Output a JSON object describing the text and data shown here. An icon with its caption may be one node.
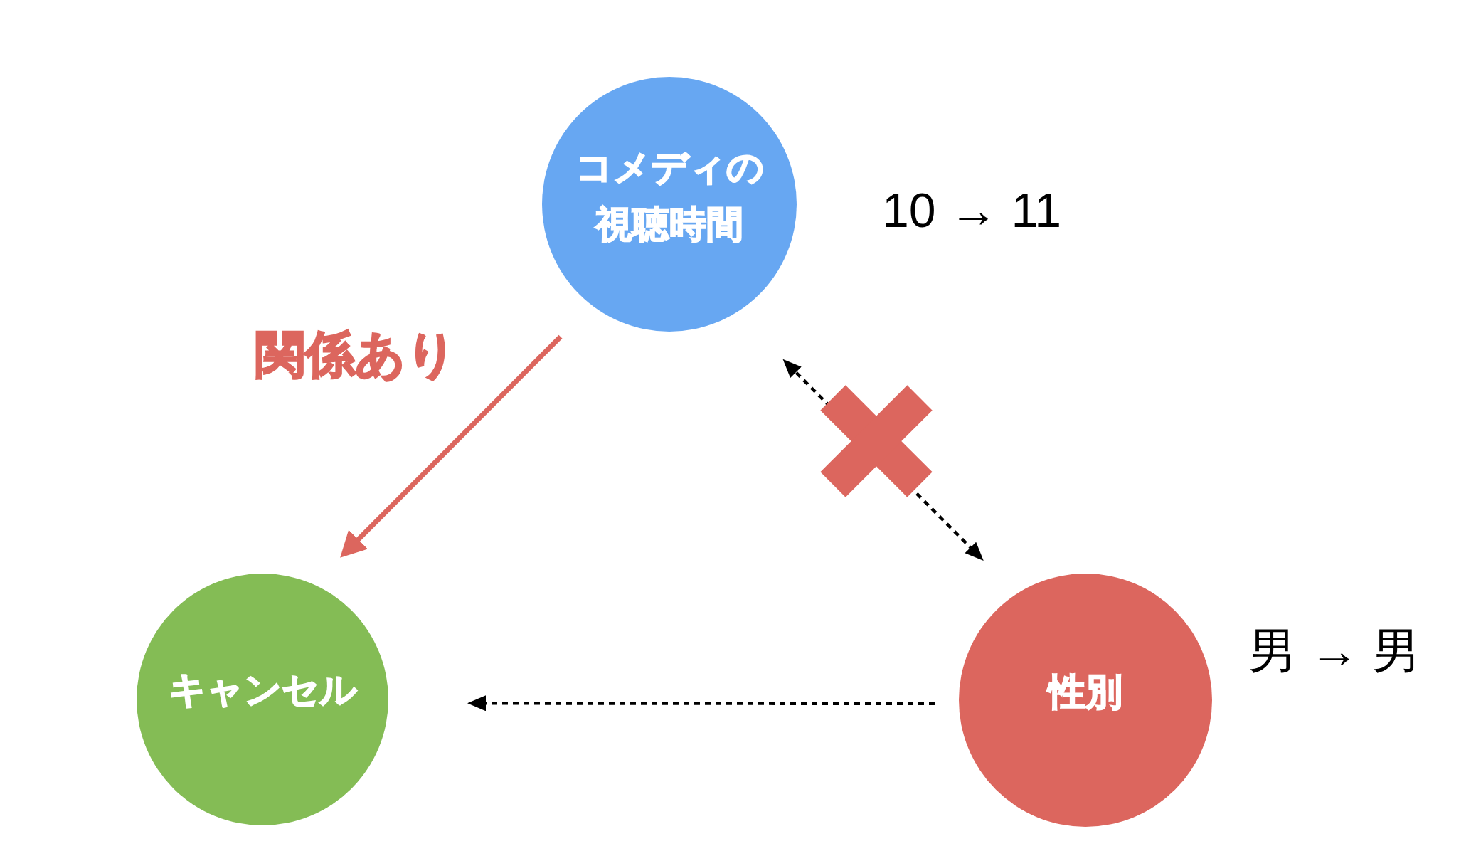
{
  "diagram": {
    "nodes": [
      {
        "text": [
          "コメディの視聴時間"
        ],
        "beside": [
          "10 → 11"
        ]
      },
      {
        "text": [
          "キャンセル"
        ]
      },
      {
        "text": [
          "性別"
        ],
        "beside": [
          "男 → 男"
        ]
      }
    ],
    "edges": [
      {
        "from": 0,
        "to": 1,
        "arrow": "to",
        "label": "関係あり",
        "color": "#dc665e"
      },
      {
        "from": 0,
        "to": 2,
        "arrow": "both",
        "style": "dashed"
      },
      {
        "from": 2,
        "to": 1,
        "arrow": "to",
        "style": "dashed"
      }
    ]
  }
}
